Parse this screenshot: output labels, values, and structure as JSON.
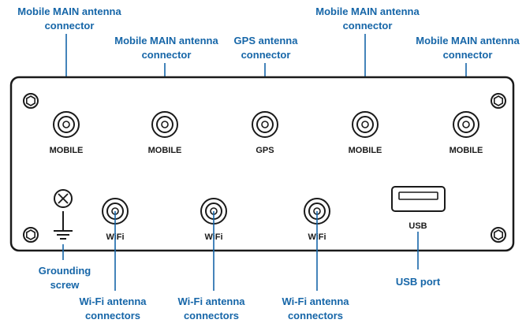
{
  "callouts": {
    "mobile_1": [
      "Mobile MAIN antenna",
      "connector"
    ],
    "mobile_2": [
      "Mobile MAIN antenna",
      "connector"
    ],
    "gps": [
      "GPS antenna",
      "connector"
    ],
    "mobile_3": [
      "Mobile MAIN antenna",
      "connector"
    ],
    "mobile_4": [
      "Mobile MAIN antenna",
      "connector"
    ],
    "grounding": [
      "Grounding",
      "screw"
    ],
    "wifi_1": [
      "Wi-Fi antenna",
      "connectors"
    ],
    "wifi_2": [
      "Wi-Fi antenna",
      "connectors"
    ],
    "wifi_3": [
      "Wi-Fi antenna",
      "connectors"
    ],
    "usb": [
      "USB port"
    ]
  },
  "ports": {
    "mobile_1": "MOBILE",
    "mobile_2": "MOBILE",
    "gps": "GPS",
    "mobile_3": "MOBILE",
    "mobile_4": "MOBILE",
    "wifi_1": "WiFi",
    "wifi_2": "WiFi",
    "wifi_3": "WiFi",
    "usb": "USB"
  },
  "colors": {
    "callout": "#1666a8",
    "panel_stroke": "#1a1a1a",
    "panel_fill": "#ffffff"
  }
}
